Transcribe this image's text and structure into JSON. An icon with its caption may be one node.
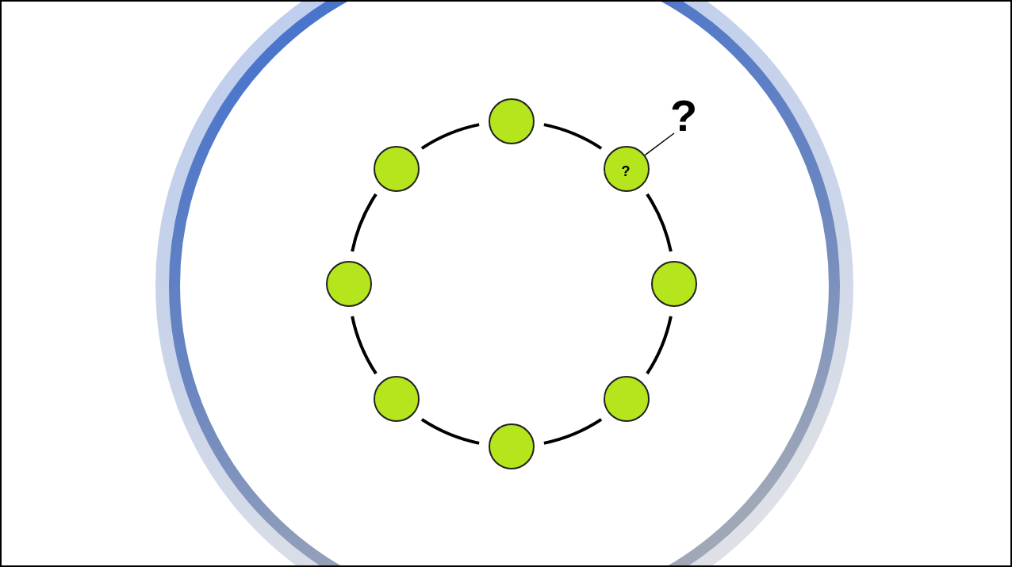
{
  "diagram": {
    "nodes": [
      {
        "text": [],
        "shape": "circle"
      },
      {
        "text": [
          "?"
        ]
      },
      {
        "text": [],
        "shape": "circle"
      },
      {
        "text": [
          "?"
        ]
      },
      {
        "text": [],
        "shape": "circle"
      },
      {
        "text": [],
        "shape": "circle"
      },
      {
        "text": [],
        "shape": "circle"
      },
      {
        "text": [],
        "shape": "circle"
      },
      {
        "text": [],
        "shape": "circle"
      }
    ],
    "edges": [
      {
        "from": 0,
        "to": 3,
        "arrow": "none"
      },
      {
        "from": 3,
        "to": 5,
        "arrow": "none"
      },
      {
        "from": 5,
        "to": 7,
        "arrow": "none"
      },
      {
        "from": 7,
        "to": 8,
        "arrow": "none"
      },
      {
        "from": 8,
        "to": 6,
        "arrow": "none"
      },
      {
        "from": 6,
        "to": 4,
        "arrow": "none"
      },
      {
        "from": 4,
        "to": 2,
        "arrow": "none"
      },
      {
        "from": 2,
        "to": 0,
        "arrow": "none"
      },
      {
        "from": 1,
        "to": 3,
        "arrow": "none"
      }
    ]
  }
}
